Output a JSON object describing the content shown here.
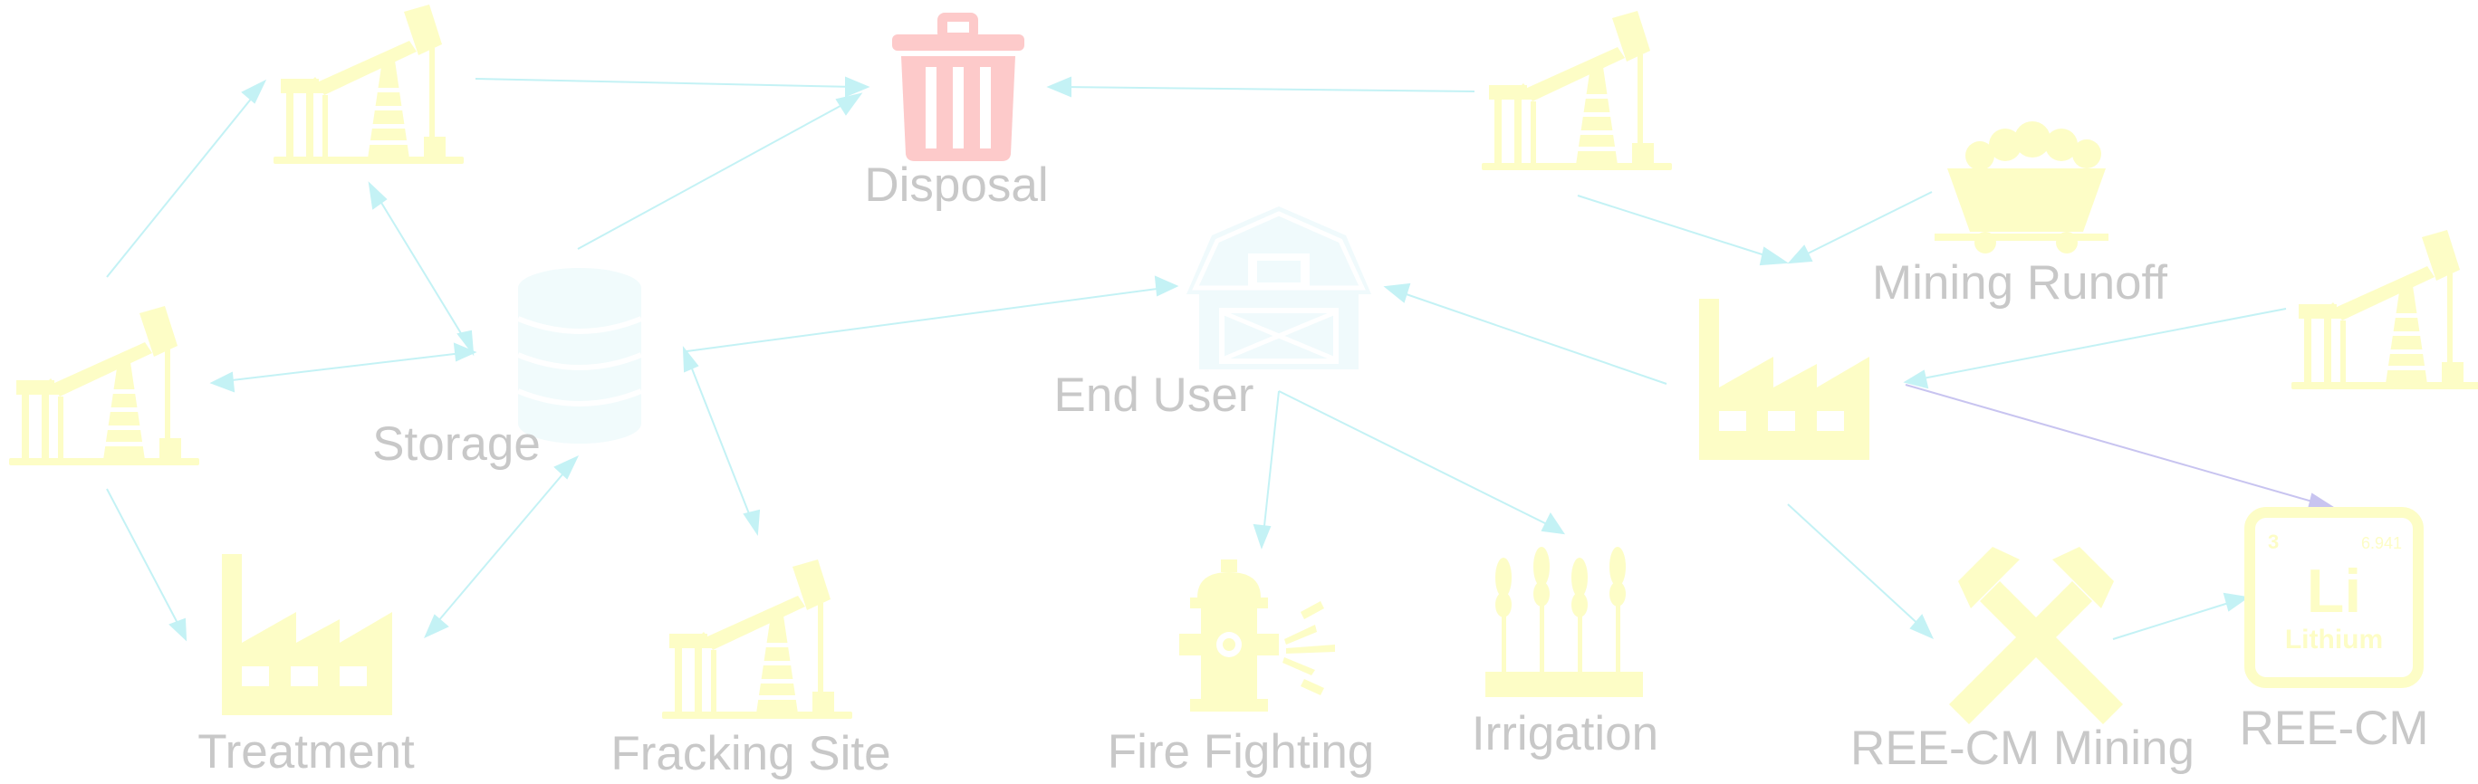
{
  "labels": {
    "disposal": "Disposal",
    "storage": "Storage",
    "end_user": "End User",
    "mining_runoff": "Mining Runoff",
    "treatment": "Treatment",
    "fracking_site": "Fracking Site",
    "fire_fighting": "Fire Fighting",
    "irrigation": "Irrigation",
    "ree_cm_mining": "REE-CM Mining",
    "ree_cm": "REE-CM"
  },
  "element_tile": {
    "number": "3",
    "mass": "6.941",
    "symbol": "Li",
    "name": "Lithium"
  },
  "colors": {
    "arrow": "#c4f2f5",
    "arrow_purple": "#c8c4f0",
    "pumpjack": "#fdfdc6",
    "factory": "#fdfdc6",
    "disposal": "#fdcaca",
    "storage": "#f1fbfc",
    "barn": "#f0fafc",
    "label": "#c8c8c8"
  },
  "icons": {
    "pumpjacks": [
      "oil-pumpjack-icon",
      "oil-pumpjack-icon",
      "oil-pumpjack-icon",
      "oil-pumpjack-icon",
      "oil-pumpjack-icon"
    ],
    "disposal": "trash-can-icon",
    "storage": "database-cylinder-icon",
    "end_user": "barn-icon",
    "mining_runoff": "mine-cart-icon",
    "treatment": "factory-icon",
    "industrial": "factory-icon",
    "fire_fighting": "fire-hydrant-icon",
    "irrigation": "wheat-field-icon",
    "ree_cm_mining": "crossed-hammers-icon",
    "ree_cm": "periodic-element-icon"
  }
}
